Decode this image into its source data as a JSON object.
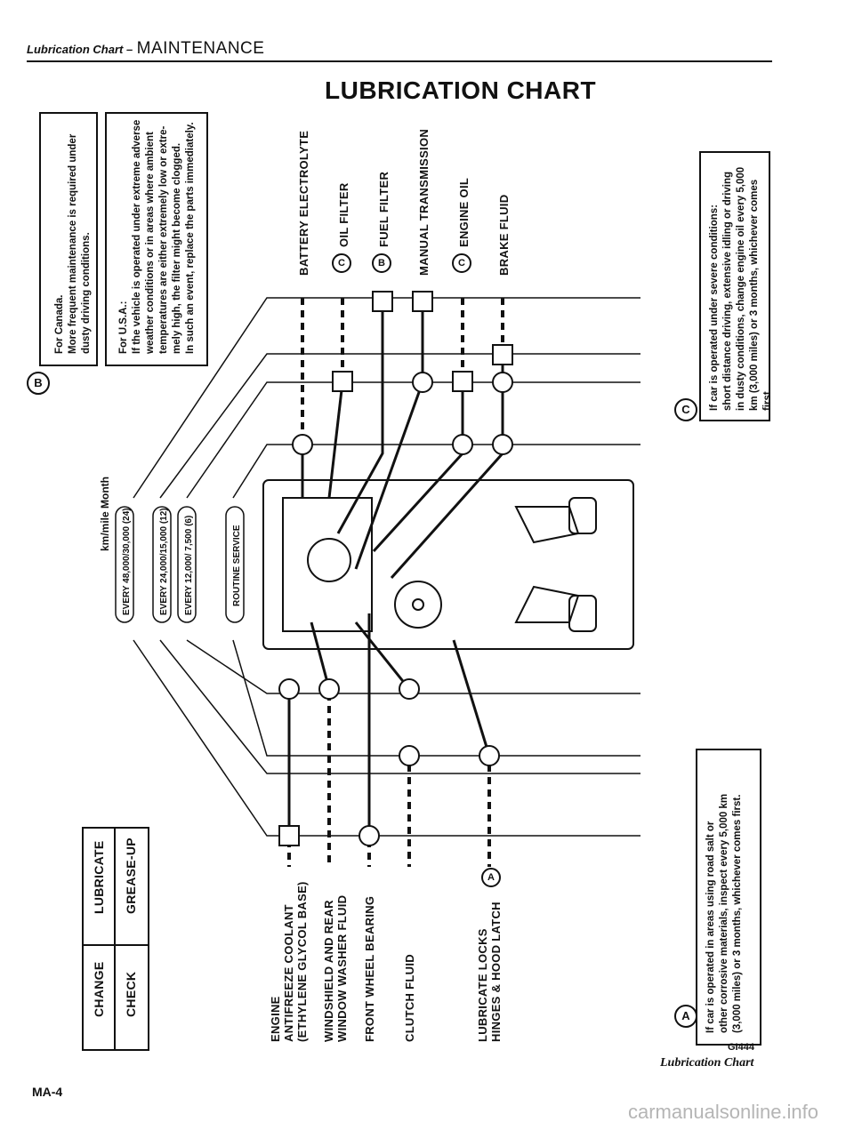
{
  "header": {
    "section": "Lubrication Chart –",
    "title": "MAINTENANCE"
  },
  "title": "LUBRICATION CHART",
  "notes": {
    "canada_marker": "B",
    "canada": "For Canada.\nMore frequent maintenance is required under\ndusty driving conditions.",
    "usa": "For U.S.A.:\nIf the vehicle is operated under extreme adverse\nweather conditions or in areas where ambient\ntemperatures are either extremely low or extre-\nmely high, the filter might become clogged.\nIn such an event, replace the parts immediately.",
    "c_marker": "C",
    "c": "If car is operated under severe conditions:\nshort distance driving, extensive idling or driving\nin dusty conditions, change engine oil every 5,000\nkm (3,000 miles) or 3 months, whichever comes\nfirst.",
    "a_marker": "A",
    "a": "If car is operated in areas using road salt or\nother corrosive materials, inspect every 5,000 km\n(3,000 miles) or 3 months, whichever comes first."
  },
  "intervals": {
    "heading": "km/mile Month",
    "items": [
      {
        "label": "EVERY 48,000/30,000",
        "months": "24"
      },
      {
        "label": "EVERY 24,000/15,000",
        "months": "12"
      },
      {
        "label": "EVERY 12,000/ 7,500",
        "months": "6"
      },
      {
        "label": "ROUTINE SERVICE"
      }
    ]
  },
  "legend": {
    "change": "CHANGE",
    "lubricate": "LUBRICATE",
    "check": "CHECK",
    "grease_up": "GREASE-UP"
  },
  "right_items": [
    {
      "prefix": "",
      "label": "BATTERY ELECTROLYTE"
    },
    {
      "prefix": "C",
      "label": "OIL FILTER"
    },
    {
      "prefix": "B",
      "label": "FUEL FILTER"
    },
    {
      "prefix": "",
      "label": "MANUAL TRANSMISSION"
    },
    {
      "prefix": "C",
      "label": "ENGINE OIL"
    },
    {
      "prefix": "",
      "label": "BRAKE FLUID"
    }
  ],
  "left_items": [
    {
      "label": "ENGINE\nANTIFREEZE COOLANT\n(ETHYLENE GLYCOL BASE)"
    },
    {
      "label": "WINDSHIELD AND REAR\nWINDOW WASHER FLUID"
    },
    {
      "label": "FRONT WHEEL BEARING"
    },
    {
      "label": "CLUTCH FLUID"
    },
    {
      "label": "LUBRICATE LOCKS\nHINGES & HOOD LATCH",
      "prefix": "A"
    }
  ],
  "footer": {
    "code": "GI444",
    "caption": "Lubrication Chart",
    "page": "MA-4",
    "watermark": "carmanualsonline.info"
  }
}
